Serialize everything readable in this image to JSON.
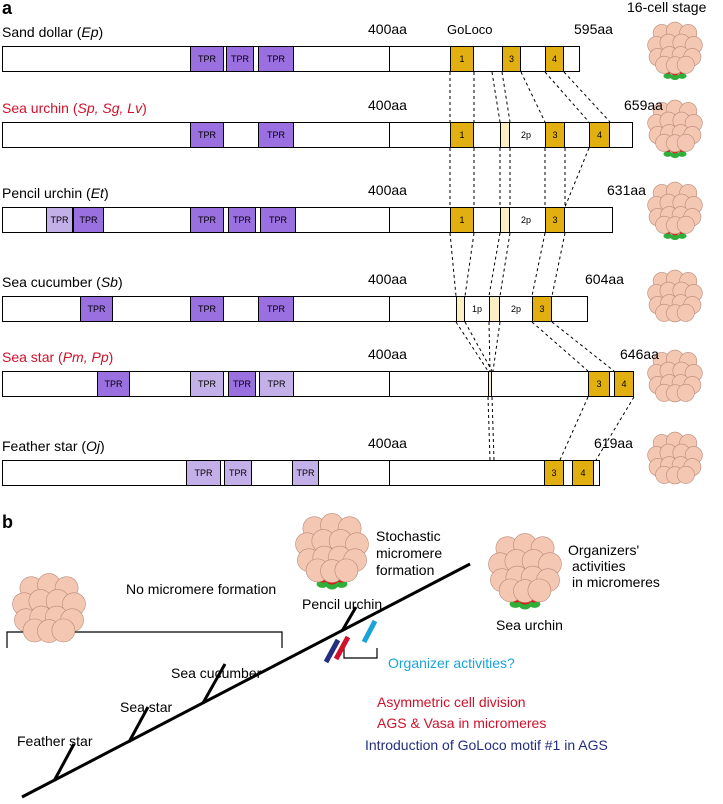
{
  "panel_a": {
    "letter": "a",
    "header": "16-cell stage",
    "goloco_label": "GoLoco",
    "rows": [
      {
        "parts": [
          {
            "t": "Sand dollar ("
          },
          {
            "t": "Ep",
            "i": true
          },
          {
            "t": ")"
          }
        ],
        "red": false,
        "mark": "400aa",
        "length": "595aa"
      },
      {
        "parts": [
          {
            "t": "Sea urchin ("
          },
          {
            "t": "Sp, Sg, Lv",
            "i": true
          },
          {
            "t": ")"
          }
        ],
        "red": true,
        "mark": "400aa",
        "length": "659aa"
      },
      {
        "parts": [
          {
            "t": "Pencil urchin ("
          },
          {
            "t": "Et",
            "i": true
          },
          {
            "t": ")"
          }
        ],
        "red": false,
        "mark": "400aa",
        "length": "631aa"
      },
      {
        "parts": [
          {
            "t": "Sea cucumber ("
          },
          {
            "t": "Sb",
            "i": true
          },
          {
            "t": ")"
          }
        ],
        "red": false,
        "mark": "400aa",
        "length": "604aa"
      },
      {
        "parts": [
          {
            "t": "Sea star ("
          },
          {
            "t": "Pm, Pp",
            "i": true
          },
          {
            "t": ")"
          }
        ],
        "red": true,
        "mark": "400aa",
        "length": "646aa"
      },
      {
        "parts": [
          {
            "t": "Feather star ("
          },
          {
            "t": "Oj",
            "i": true
          },
          {
            "t": ")"
          }
        ],
        "red": false,
        "mark": "400aa",
        "length": "619aa"
      }
    ],
    "tpr": "TPR",
    "goloco_boxes": {
      "m1": "1",
      "m1p": "1p",
      "m2p": "2p",
      "m3": "3",
      "m4": "4"
    }
  },
  "panel_b": {
    "letter": "b",
    "no_micromere": "No micromere formation",
    "stochastic": [
      "Stochastic",
      "micromere",
      "formation"
    ],
    "organizers": [
      "Organizers'",
      "activities",
      "in micromeres"
    ],
    "pencil_urchin": "Pencil urchin",
    "sea_urchin": "Sea urchin",
    "sea_cucumber": "Sea cucumber",
    "sea_star": "Sea star",
    "feather_star": "Feather star",
    "organizer_q": "Organizer activities?",
    "asym": "Asymmetric cell division",
    "ags_vasa": "AGS & Vasa  in micromeres",
    "goloco_intro": "Introduction of GoLoco motif #1 in AGS"
  },
  "colors": {
    "tpr": "#9a6fe0",
    "tpr_light": "#c4b0e8",
    "goloco": "#e1b010",
    "goloco_partial": "#fbeec2",
    "red_label": "#d2102a",
    "organizer_blue": "#1aa3d9",
    "goloco_navy": "#232f7e",
    "embryo_cell": "#f4c7b3",
    "micromere_red": "#d81b1b",
    "micromere_green": "#2fae3a"
  }
}
